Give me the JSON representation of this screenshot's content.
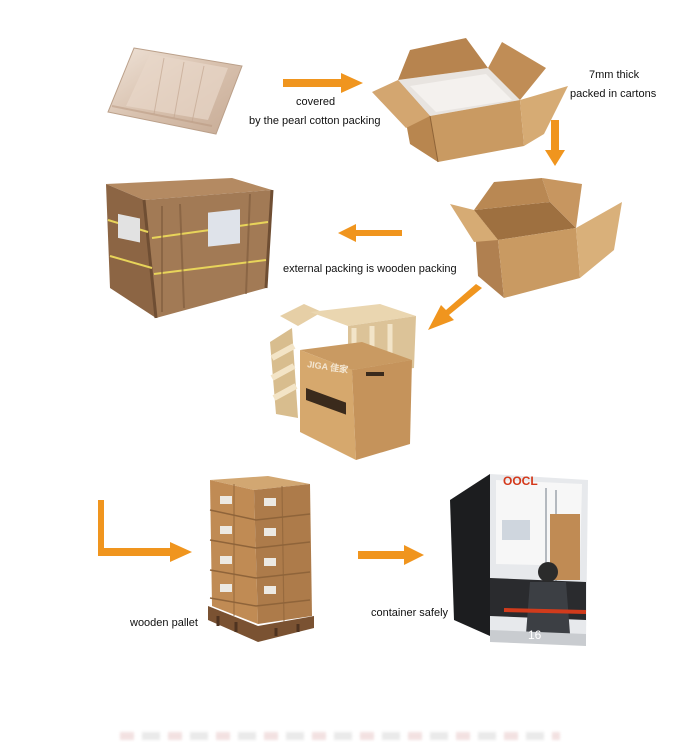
{
  "steps": {
    "covered": "covered",
    "pearl_cotton": "by the pearl cotton packing",
    "thick": "7mm thick",
    "cartons": "packed in cartons",
    "wooden_packing": "external packing is wooden packing",
    "pallet": "wooden pallet",
    "container": "container safely"
  },
  "brand": {
    "box_logo": "JIGA 佳家",
    "container_logo": "OOCL",
    "truck_number": "16"
  },
  "colors": {
    "arrow": "#f0951e",
    "cardboard": "#c99a62",
    "cardboard_dark": "#a9774a",
    "plywood": "#a27a55",
    "container_logo": "#d4381a"
  },
  "icons": [
    "pouch-icon",
    "open-carton-icon",
    "wooden-crate-icon",
    "pallet-stack-icon",
    "container-truck-icon",
    "flow-arrow-icon"
  ]
}
